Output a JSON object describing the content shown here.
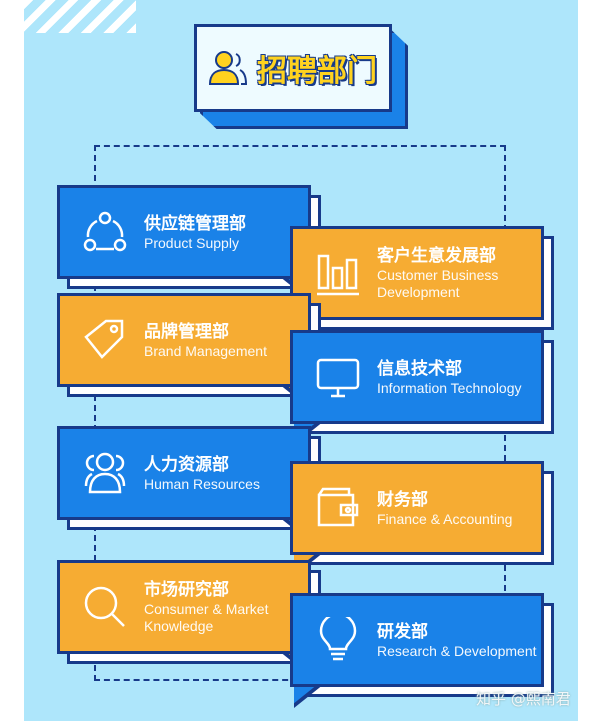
{
  "title": {
    "text": "招聘部门",
    "icon": "users-icon"
  },
  "colors": {
    "background": "#aee6fb",
    "blue": "#1a82e8",
    "orange": "#f6ac33",
    "border": "#173a8a",
    "title_text": "#ffd21f"
  },
  "departments": [
    {
      "cn": "供应链管理部",
      "en": "Product Supply",
      "icon": "share-network-icon",
      "color": "blue"
    },
    {
      "cn": "客户生意发展部",
      "en": "Customer Business Development",
      "icon": "bar-chart-icon",
      "color": "orange"
    },
    {
      "cn": "品牌管理部",
      "en": "Brand Management",
      "icon": "tag-icon",
      "color": "orange"
    },
    {
      "cn": "信息技术部",
      "en": "Information Technology",
      "icon": "monitor-icon",
      "color": "blue"
    },
    {
      "cn": "人力资源部",
      "en": "Human Resources",
      "icon": "people-icon",
      "color": "blue"
    },
    {
      "cn": "财务部",
      "en": "Finance & Accounting",
      "icon": "wallet-icon",
      "color": "orange"
    },
    {
      "cn": "市场研究部",
      "en": "Consumer & Market Knowledge",
      "icon": "search-icon",
      "color": "orange"
    },
    {
      "cn": "研发部",
      "en": "Research & Development",
      "icon": "lightbulb-icon",
      "color": "blue"
    }
  ],
  "watermark": "知乎 @熙南君"
}
